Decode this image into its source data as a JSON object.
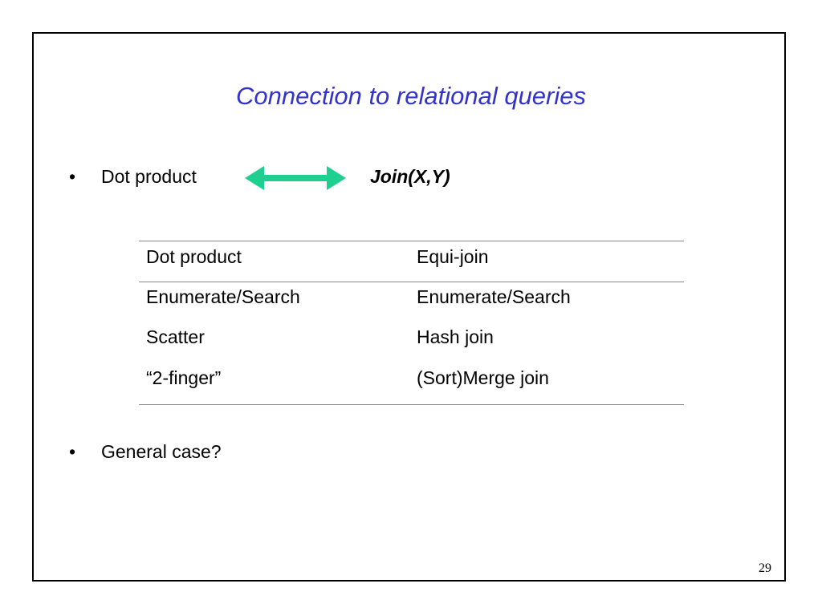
{
  "slide": {
    "title": "Connection to relational queries",
    "title_color": "#3333cc",
    "bullets": [
      {
        "marker": "•",
        "text": "Dot product"
      },
      {
        "marker": "•",
        "text": "General case?"
      }
    ],
    "arrow": {
      "icon": "double-headed-arrow-icon",
      "color": "#1fcf8f"
    },
    "join_label": "Join(X,Y)",
    "table": {
      "rows": [
        {
          "left": "Dot product",
          "right": "Equi-join"
        },
        {
          "left": "Enumerate/Search",
          "right": "Enumerate/Search"
        },
        {
          "left": "Scatter",
          "right": "Hash join"
        },
        {
          "left": "“2-finger”",
          "right": "(Sort)Merge join"
        }
      ]
    },
    "page_number": "29"
  }
}
